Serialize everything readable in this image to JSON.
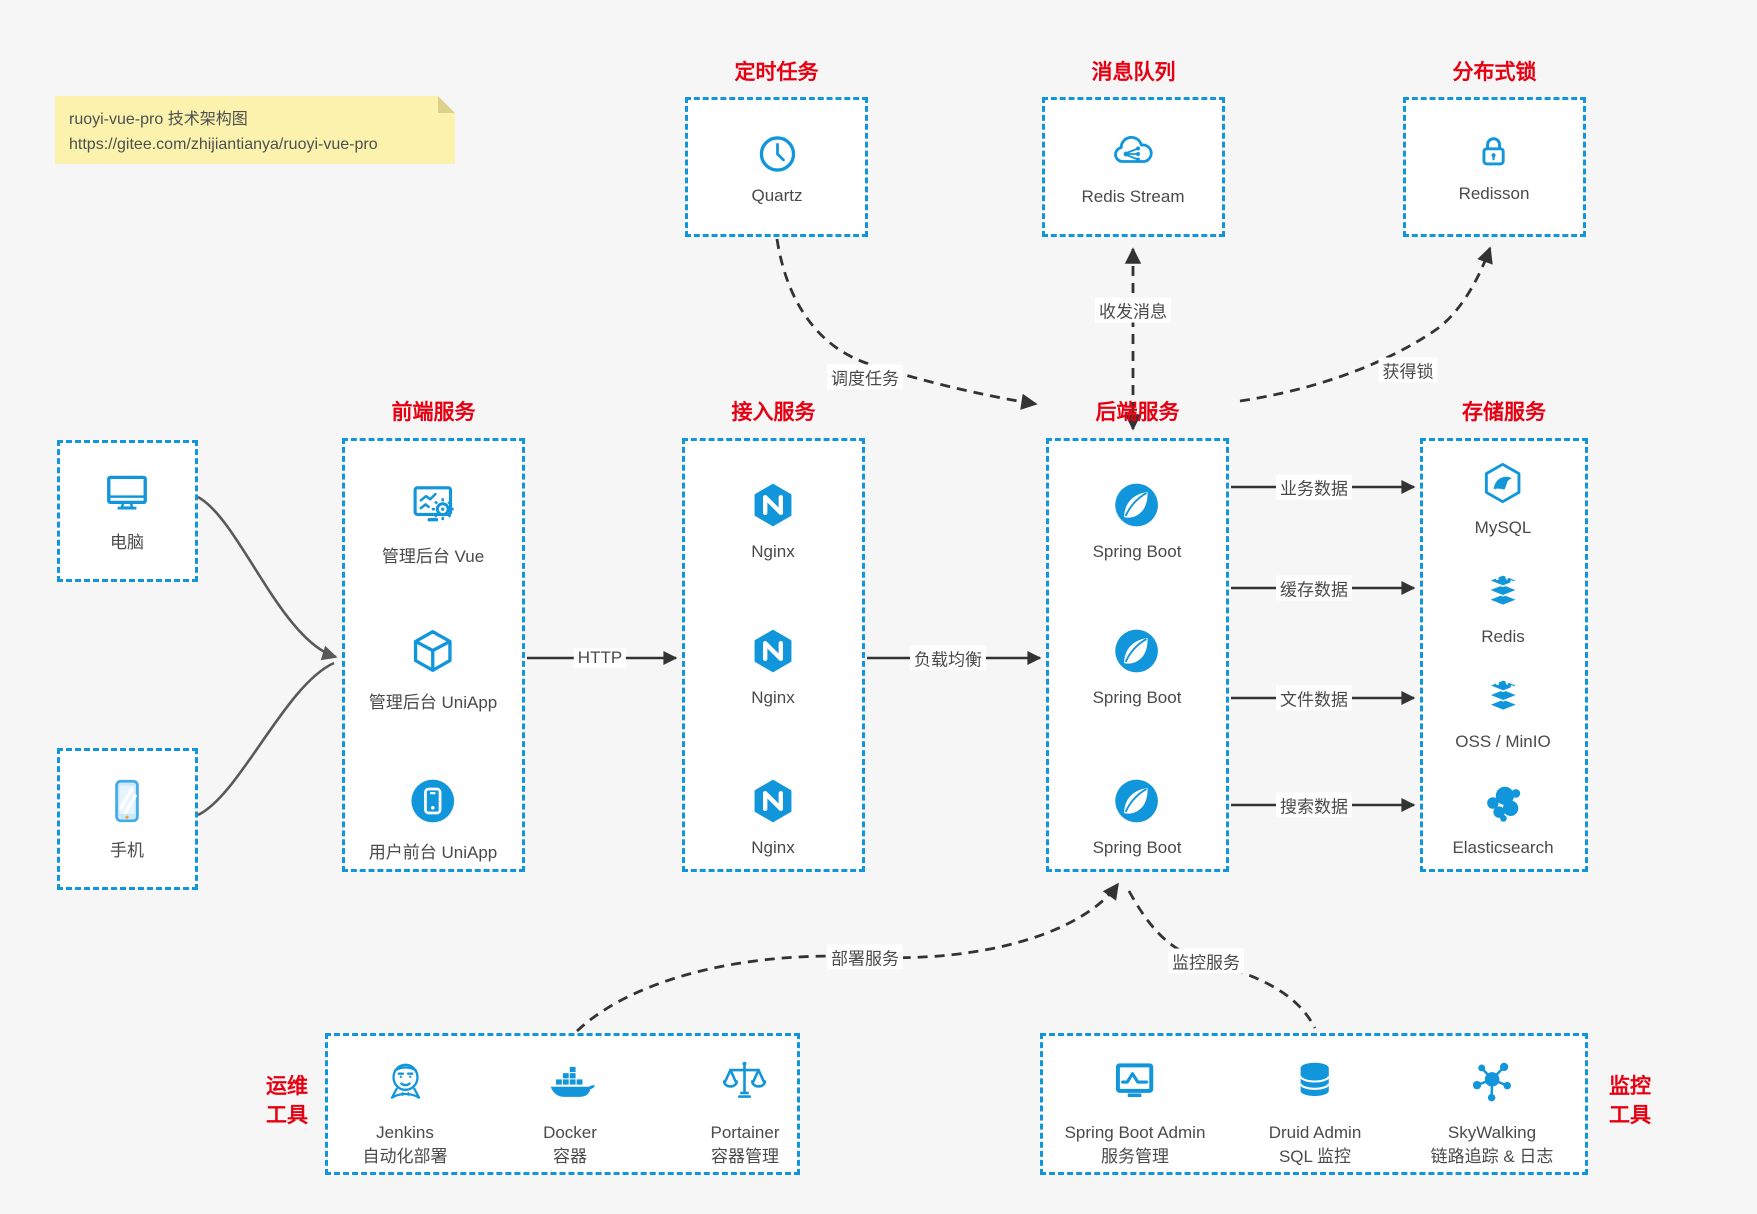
{
  "note": {
    "line1": "ruoyi-vue-pro 技术架构图",
    "line2": "https://gitee.com/zhijiantianya/ruoyi-vue-pro"
  },
  "top_groups": [
    {
      "title": "定时任务",
      "item": {
        "label": "Quartz",
        "icon": "clock-icon"
      }
    },
    {
      "title": "消息队列",
      "item": {
        "label": "Redis Stream",
        "icon": "mq-cloud-icon"
      }
    },
    {
      "title": "分布式锁",
      "item": {
        "label": "Redisson",
        "icon": "lock-icon"
      }
    }
  ],
  "clients": [
    {
      "label": "电脑",
      "icon": "desktop-icon"
    },
    {
      "label": "手机",
      "icon": "phone-icon"
    }
  ],
  "columns": [
    {
      "title": "前端服务",
      "items": [
        {
          "label": "管理后台 Vue",
          "icon": "admin-vue-icon"
        },
        {
          "label": "管理后台 UniApp",
          "icon": "uniapp-cube-icon"
        },
        {
          "label": "用户前台 UniApp",
          "icon": "user-app-icon"
        }
      ]
    },
    {
      "title": "接入服务",
      "items": [
        {
          "label": "Nginx",
          "icon": "nginx-icon"
        },
        {
          "label": "Nginx",
          "icon": "nginx-icon"
        },
        {
          "label": "Nginx",
          "icon": "nginx-icon"
        }
      ]
    },
    {
      "title": "后端服务",
      "items": [
        {
          "label": "Spring Boot",
          "icon": "spring-icon"
        },
        {
          "label": "Spring Boot",
          "icon": "spring-icon"
        },
        {
          "label": "Spring Boot",
          "icon": "spring-icon"
        }
      ]
    },
    {
      "title": "存储服务",
      "items": [
        {
          "label": "MySQL",
          "icon": "mysql-icon"
        },
        {
          "label": "Redis",
          "icon": "redis-icon"
        },
        {
          "label": "OSS / MinIO",
          "icon": "redis-icon"
        },
        {
          "label": "Elasticsearch",
          "icon": "elasticsearch-icon"
        }
      ]
    }
  ],
  "bottom_groups": [
    {
      "title_lines": [
        "运维",
        "工具"
      ],
      "items": [
        {
          "label": "Jenkins",
          "sublabel": "自动化部署",
          "icon": "jenkins-icon"
        },
        {
          "label": "Docker",
          "sublabel": "容器",
          "icon": "docker-icon"
        },
        {
          "label": "Portainer",
          "sublabel": "容器管理",
          "icon": "portainer-icon"
        }
      ]
    },
    {
      "title_lines": [
        "监控",
        "工具"
      ],
      "items": [
        {
          "label": "Spring Boot Admin",
          "sublabel": "服务管理",
          "icon": "sba-icon"
        },
        {
          "label": "Druid Admin",
          "sublabel": "SQL 监控",
          "icon": "druid-icon"
        },
        {
          "label": "SkyWalking",
          "sublabel": "链路追踪 & 日志",
          "icon": "skywalking-icon"
        }
      ]
    }
  ],
  "edges": {
    "http": "HTTP",
    "load_balance": "负载均衡",
    "schedule_task": "调度任务",
    "send_receive_message": "收发消息",
    "acquire_lock": "获得锁",
    "business_data": "业务数据",
    "cache_data": "缓存数据",
    "file_data": "文件数据",
    "search_data": "搜索数据",
    "deploy_service": "部署服务",
    "monitor_service": "监控服务"
  },
  "colors": {
    "accent_blue": "#1296db",
    "title_red": "#e60012",
    "arrow_black": "#333333",
    "client_arrow_gray": "#595959",
    "note_bg": "#fbf3ad",
    "box_bg": "#ffffff",
    "canvas_bg": "#f6f6f7",
    "label_gray": "#4a4a4a"
  }
}
